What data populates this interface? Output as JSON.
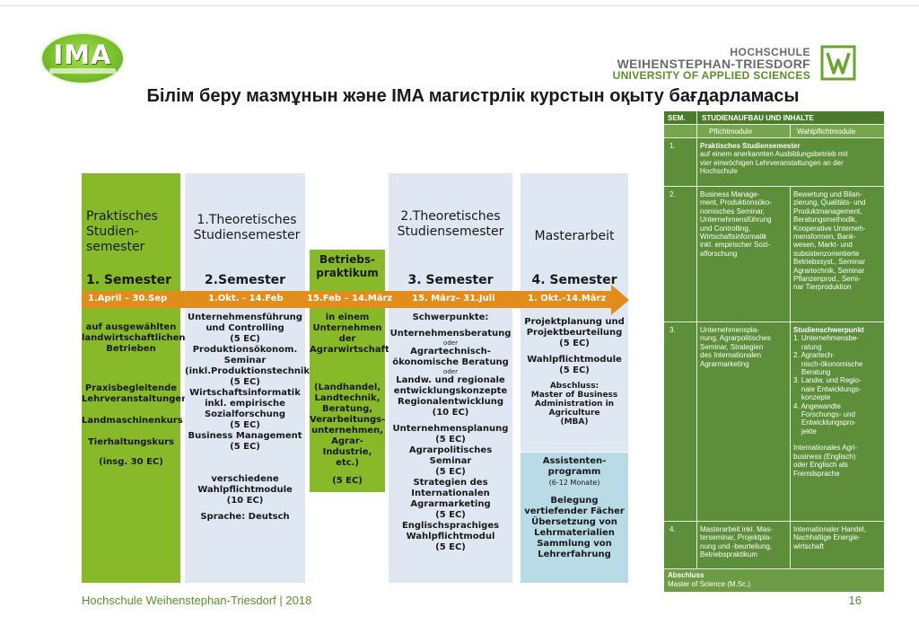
{
  "logos": {
    "ima_text": "IMA",
    "hs_line1": "HOCHSCHULE",
    "hs_line2": "WEIHENSTEPHAN-TRIESDORF",
    "hs_line3": "UNIVERSITY OF APPLIED SCIENCES"
  },
  "title": "Білім беру мазмұнын және IMA магистрлік курстын оқыту бағдарламасы",
  "columns": {
    "c1": {
      "heading": [
        "Praktisches",
        "Studien-",
        "semester"
      ],
      "semester": "1. Semester",
      "date": "1.April – 30.Sep",
      "body": [
        "auf ausgewählten",
        "landwirtschaftlichen",
        "Betrieben",
        "",
        "Praxisbegleitende",
        "Lehrveranstaltungen",
        "",
        "Landmaschinenkurs",
        "",
        "Tierhaltungskurs",
        "",
        "(insg. 30 EC)"
      ]
    },
    "c2": {
      "heading": [
        "1.Theoretisches",
        "Studiensemester"
      ],
      "semester": "2.Semester",
      "date": "1.Okt. - 14.Feb",
      "body": [
        "Unternehmensführung",
        "und Controlling",
        "(5 EC)",
        "Produktionsökonom.",
        "Seminar",
        "(inkl.Produktionstechnik)",
        "(5 EC)",
        "Wirtschaftsinformatik",
        "inkl. empirische",
        "Sozialforschung",
        "(5 EC)",
        "Business Management",
        "(5 EC)",
        "",
        "",
        "verschiedene",
        "Wahlpflichtmodule",
        "(10 EC)",
        "",
        "Sprache: Deutsch"
      ]
    },
    "c3": {
      "heading": [
        "Betriebs-",
        "praktikum"
      ],
      "date": "15.Feb – 14.März",
      "body": [
        "in einem",
        "Unternehmen",
        "der",
        "Agrarwirtschaft",
        "",
        "",
        "(Landhandel,",
        "Landtechnik,",
        "Beratung,",
        "Verarbeitungs-",
        "unternehmen,",
        "Agrar-Industrie,",
        "etc.)",
        "",
        "(5 EC)"
      ]
    },
    "c4": {
      "heading": [
        "2.Theoretisches",
        "Studiensemester"
      ],
      "semester": "3. Semester",
      "date": "15. März– 31.Juli",
      "items": [
        {
          "t": "Schwerpunkte:"
        },
        {
          "t": ""
        },
        {
          "t": "Unternehmensberatung"
        },
        {
          "t": "oder",
          "small": true
        },
        {
          "t": "Agrartechnisch-"
        },
        {
          "t": "ökonomische Beratung"
        },
        {
          "t": "oder",
          "small": true
        },
        {
          "t": "Landw. und regionale"
        },
        {
          "t": "entwicklungskonzepte"
        },
        {
          "t": "Regionalentwicklung"
        },
        {
          "t": "(10 EC)"
        },
        {
          "t": ""
        },
        {
          "t": "Unternehmensplanung"
        },
        {
          "t": "(5 EC)"
        },
        {
          "t": "Agrarpolitisches Seminar"
        },
        {
          "t": "(5 EC)"
        },
        {
          "t": "Strategien des"
        },
        {
          "t": "Internationalen"
        },
        {
          "t": "Agrarmarketing"
        },
        {
          "t": "(5 EC)"
        },
        {
          "t": "Englischsprachiges"
        },
        {
          "t": "Wahlpflichtmodul"
        },
        {
          "t": "(5 EC)"
        }
      ]
    },
    "c5": {
      "heading": [
        "Masterarbeit"
      ],
      "semester": "4. Semester",
      "date": "1. Okt.-14.März",
      "body": [
        "Projektplanung und",
        "Projektbeurteilung",
        "(5 EC)",
        "",
        "Wahlpflichtmodule",
        "(5 EC)",
        "",
        "Abschluss:",
        "Master of Business",
        "Administration in",
        "Agriculture",
        "(MBA)"
      ],
      "assist_title": [
        "Assistenten-",
        "programm"
      ],
      "assist_note": "(6-12 Monate)",
      "assist_body": [
        "Belegung",
        "vertiefender Fächer",
        "Übersetzung von",
        "Lehrmaterialien",
        "Sammlung von",
        "Lehrerfahrung"
      ]
    }
  },
  "table": {
    "hdr_sem": "SEM.",
    "hdr_main": "STUDIENAUFBAU UND INHALTE",
    "hdr_pflicht": "Pflichtmodule",
    "hdr_wahl": "Wahlpflichtmodule",
    "r1_num": "1.",
    "r1_text": [
      "Praktisches Studiensemester",
      "auf einem anerkannten Ausbildungsbetrieb mit",
      "vier einwöchigen Lehrveranstaltungen an der",
      "Hochschule"
    ],
    "r2_num": "2.",
    "r2_left": [
      "Business Manage-",
      "ment, Produktionsöko-",
      "nomisches Seminar,",
      "Unternehmensführung",
      "und Controlling,",
      "Wirtschaftsinformatik",
      "inkl. empirischer Sozi-",
      "alforschung"
    ],
    "r2_right": [
      "Bewertung und Bilan-",
      "zierung, Qualitäts- und",
      "Produktmanagement,",
      "Beratungsmethodik,",
      "Kooperative Unterneh-",
      "mensformen, Bank-",
      "wesen, Markt- und",
      "subsistenzorientierte",
      "Betriebssyst., Seminar",
      "Agrartechnik, Seminar",
      "Pflanzenprod., Semi-",
      "nar Tierproduktion"
    ],
    "r3_num": "3.",
    "r3_left": [
      "Unternehmenspla-",
      "nung, Agrarpolitisches",
      "Seminar, Strategien",
      "des Internationalen",
      "Agrarmarketing"
    ],
    "r3_right": [
      "Studienschwerpunkt",
      "1. Unternehmensbe-",
      "    ratung",
      "2. Agrartech-",
      "    nisch-ökonomische",
      "    Beratung",
      "3. Landw. und Regio-",
      "    nale Entwicklungs-",
      "    konzepte",
      "4. Angewandte",
      "    Forschungs- und",
      "    Entwicklungspro-",
      "    jekte",
      "",
      "Internationales Agri-",
      "business (Englisch)",
      "oder Englisch als",
      "Fremdsprache"
    ],
    "r4_num": "4.",
    "r4_left": [
      "Masterarbeit inkl. Mas-",
      "terseminar, Projektpla-",
      "nung und -beurteilung,",
      "Betriebspraktikum"
    ],
    "r4_right": [
      "Internationaler Handel,",
      "Nachhaltige Energie-",
      "wirtschaft"
    ],
    "abschluss": "Abschluss",
    "degree": "Master of Science (M.Sc.)"
  },
  "footer": "Hochschule Weihenstephan-Triesdorf | 2018",
  "page_number": "16"
}
